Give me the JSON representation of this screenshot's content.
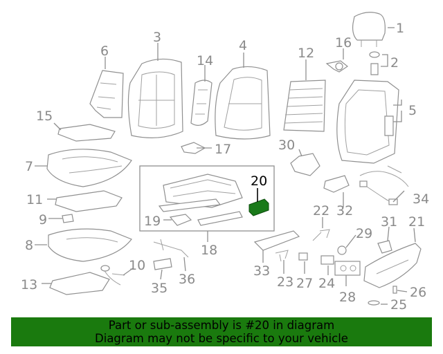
{
  "diagram": {
    "callouts": [
      "1",
      "2",
      "3",
      "4",
      "5",
      "6",
      "7",
      "8",
      "9",
      "10",
      "11",
      "12",
      "13",
      "14",
      "15",
      "16",
      "17",
      "18",
      "19",
      "20",
      "21",
      "22",
      "23",
      "24",
      "25",
      "26",
      "27",
      "28",
      "29",
      "30",
      "31",
      "32",
      "33",
      "34",
      "35",
      "36"
    ],
    "highlighted_part": "20",
    "highlight_color": "#1a7a1a",
    "part_color": "#8f8f8f"
  },
  "banner": {
    "line1": "Part or sub-assembly is #20 in diagram",
    "line2": "Diagram may not be specific to your vehicle",
    "background": "#1a7a0e"
  }
}
